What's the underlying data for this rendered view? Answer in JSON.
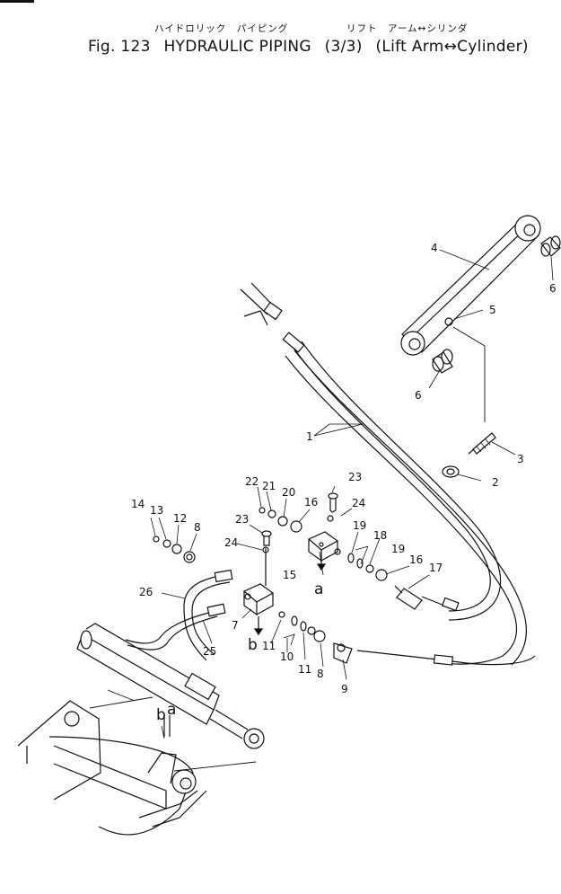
{
  "header": {
    "jp_left": "ハイドロリック　パイピング",
    "jp_right": "リフト　アーム↔シリンダ",
    "fig": "Fig. 123",
    "title": "HYDRAULIC PIPING",
    "page_fraction": "(3/3)",
    "subtitle": "(Lift Arm↔Cylinder)"
  },
  "callouts": {
    "c1": "1",
    "c2": "2",
    "c3": "3",
    "c4": "4",
    "c5": "5",
    "c6a": "6",
    "c6b": "6",
    "c7": "7",
    "c8a": "8",
    "c8b": "8",
    "c9": "9",
    "c10": "10",
    "c11a": "11",
    "c11b": "11",
    "c12": "12",
    "c13": "13",
    "c14": "14",
    "c15": "15",
    "c16a": "16",
    "c16b": "16",
    "c17": "17",
    "c18": "18",
    "c19a": "19",
    "c19b": "19",
    "c20": "20",
    "c21": "21",
    "c22": "22",
    "c23a": "23",
    "c23b": "23",
    "c24a": "24",
    "c24b": "24",
    "c25": "25",
    "c26": "26"
  },
  "refs": {
    "a1": "a",
    "b1": "b",
    "b2": "b",
    "a2": "a"
  }
}
